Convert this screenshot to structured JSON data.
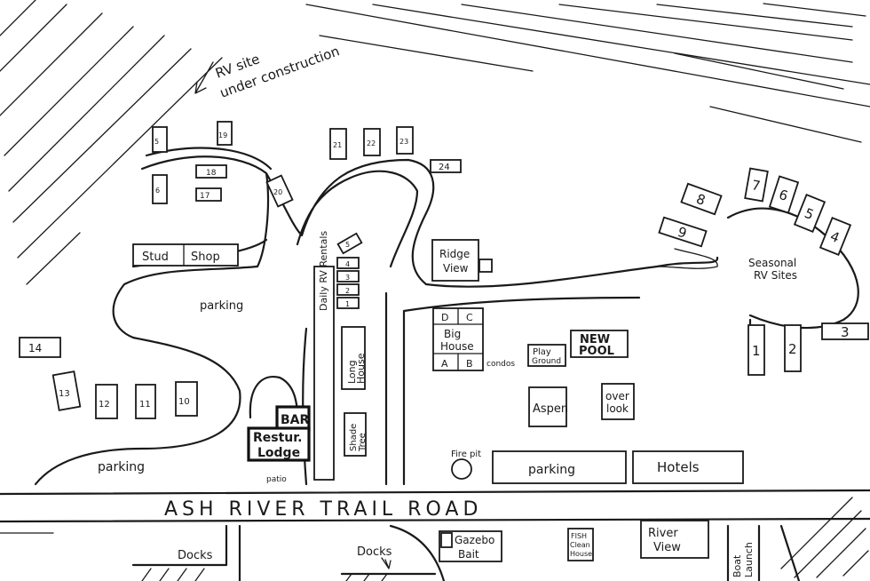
{
  "annotations": {
    "construction_line1": "RV site",
    "construction_line2": "under construction"
  },
  "road": {
    "name": "ASH RIVER TRAIL ROAD"
  },
  "areas": {
    "parking_west": "parking",
    "parking_southwest": "parking",
    "parking_south": "parking",
    "seasonal_line1": "Seasonal",
    "seasonal_line2": "RV Sites",
    "daily_rentals": "Daily RV Rentals",
    "docks_west": "Docks",
    "docks_center": "Docks",
    "fire_pit": "Fire pit",
    "condos": "condos",
    "patio": "patio"
  },
  "buildings": {
    "stud_shop_left": "Stud",
    "stud_shop_right": "Shop",
    "ridge_view_line1": "Ridge",
    "ridge_view_line2": "View",
    "big_house_line1": "Big",
    "big_house_line2": "House",
    "big_house_units": [
      "D",
      "C",
      "A",
      "B"
    ],
    "playground_line1": "Play",
    "playground_line2": "Ground",
    "new_pool_line1": "NEW",
    "new_pool_line2": "POOL",
    "long_house_line1": "Long",
    "long_house_line2": "House",
    "shade_tree_line1": "Shade",
    "shade_tree_line2": "Tree",
    "aspen": "Aspen",
    "overlook_line1": "over",
    "overlook_line2": "look",
    "hotels": "Hotels",
    "bar": "BAR",
    "lodge_line1": "Restur.",
    "lodge_line2": "Lodge",
    "gazebo": "Gazebo",
    "bait": "Bait",
    "fish_line1": "FISH",
    "fish_line2": "Clean",
    "fish_line3": "House",
    "river_view_line1": "River",
    "river_view_line2": "View",
    "boat_launch_line1": "Boat",
    "boat_launch_line2": "Launch"
  },
  "sites": {
    "rv_prefix": "RV",
    "s5": "5",
    "s19": "19",
    "s18": "18",
    "s17": "17",
    "s6": "6",
    "s20": "20",
    "s21": "21",
    "s22": "22",
    "s23": "23",
    "s24": "24",
    "s13": "13",
    "s12": "12",
    "s11": "11",
    "s10": "10",
    "s14": "14",
    "seasonal": [
      "1",
      "2",
      "3",
      "4",
      "5",
      "6",
      "7",
      "8",
      "9"
    ],
    "daily_small": [
      "5",
      "4",
      "3",
      "2",
      "1"
    ]
  }
}
